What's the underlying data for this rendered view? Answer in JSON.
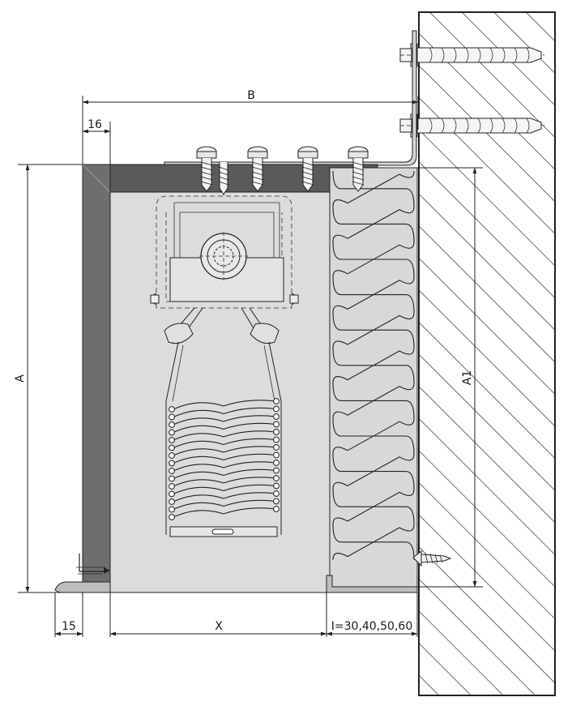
{
  "dimensions": {
    "overall_width": "B",
    "lip_width": "16",
    "overall_height": "A",
    "inner_height": "A1",
    "bottom_offset": "15",
    "box_width": "X",
    "insulation_thickness": "I=30,40,50,60"
  },
  "colors": {
    "shell": "#6e6e6e",
    "shell_top": "#5a5a5a",
    "interior": "#dcdcdc",
    "insulation": "#d8d8d8",
    "wall": "#ffffff",
    "hatch": "#444444",
    "line": "#222222"
  },
  "icons": [
    "screw-icon",
    "wall-anchor-icon",
    "roller-shutter-mechanism-icon"
  ]
}
